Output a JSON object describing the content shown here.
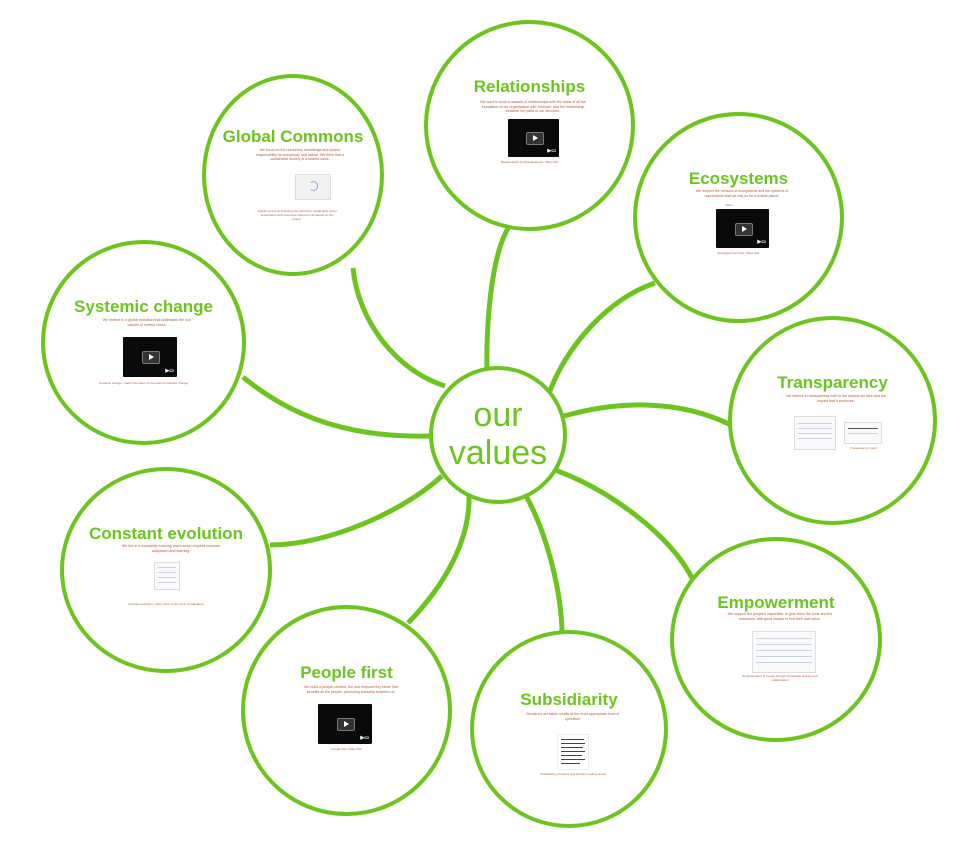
{
  "diagram": {
    "center_label": [
      "our",
      "values"
    ],
    "nodes": [
      {
        "id": "relationships",
        "title": "Relationships",
        "desc": "We want to build a network of relationships with the basis of all the foundation of our organization with 'freedom' and the relationship between the parts of our structure.",
        "media": "video",
        "caption": "Relationships and Development: Video 001"
      },
      {
        "id": "global-commons",
        "title": "Global Commons",
        "desc": "We focus on the resources, knowledge and shared responsibility for everybody and nature. We think that a sustainable society is a shared value.",
        "media": "image",
        "caption": "Global commons including the commons, sustainable forest ecosystems and resources shared by all people on the planet."
      },
      {
        "id": "ecosystems",
        "title": "Ecosystems",
        "desc": "We respect the network of ecosystems and the systems of connections that we rely on for a livable planet.",
        "media": "video",
        "caption": "Ecosystem services: Video 002"
      },
      {
        "id": "systemic-change",
        "title": "Systemic change",
        "desc": "We believe in a global transition that addresses the root causes of current crises.",
        "media": "video",
        "caption": "Systemic change - watch the video on the topic of systemic change"
      },
      {
        "id": "transparency",
        "title": "Transparency",
        "desc": "We believe in transparency both in the actions we take and the impact that it produces.",
        "media": "screenshot",
        "caption": "Transparency report"
      },
      {
        "id": "constant-evolution",
        "title": "Constant evolution",
        "desc": "We live in a constantly evolving world which requires constant adaptation and learning.",
        "media": "screenshot",
        "caption": "Constant evolution - learn more on the topic of adaptation"
      },
      {
        "id": "empowerment",
        "title": "Empowerment",
        "desc": "We support the people's capacities, to give them the tools and the resources, with good means to find their own voice.",
        "media": "screenshot",
        "caption": "Empowerment of people through knowledge sharing and collaboration"
      },
      {
        "id": "people-first",
        "title": "People first",
        "desc": "We build a people-centred, fair and empowering future that benefits all the people, promoting solidarity between us.",
        "media": "video",
        "caption": "People first: Video 003"
      },
      {
        "id": "subsidiarity",
        "title": "Subsidiarity",
        "desc": "Decisions are taken locally at the most appropriate level of operation.",
        "media": "document",
        "caption": "Subsidiarity principles and decision-making levels"
      }
    ]
  }
}
